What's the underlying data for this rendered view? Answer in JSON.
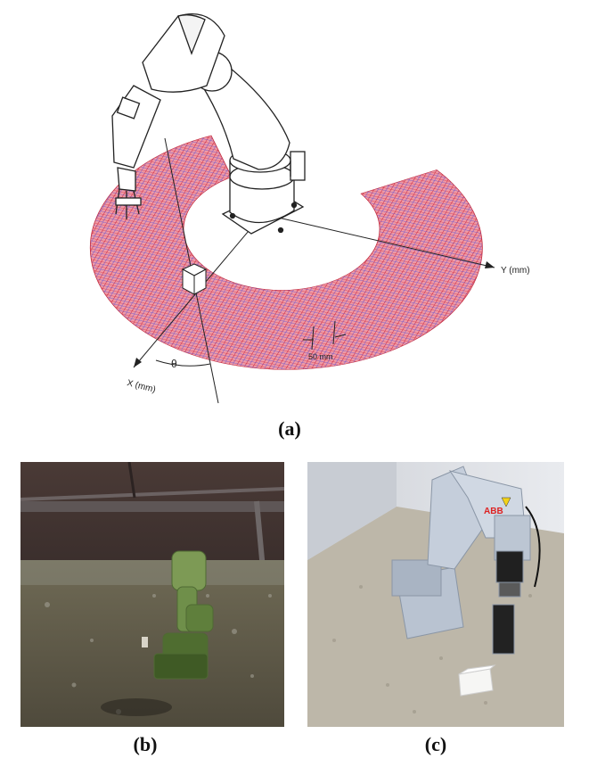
{
  "figure": {
    "panels": [
      {
        "id": "a",
        "caption": "(a)",
        "labels": {
          "y_axis": "Y (mm)",
          "x_axis": "X (mm)",
          "theta": "θ",
          "grid_spacing": "50 mm"
        }
      },
      {
        "id": "b",
        "caption": "(b)"
      },
      {
        "id": "c",
        "caption": "(c)",
        "robot_logo_text": "ABB"
      }
    ]
  },
  "colors": {
    "workspace_red": "#e0304a",
    "workspace_blue": "#3a3ac8",
    "line": "#222222"
  }
}
